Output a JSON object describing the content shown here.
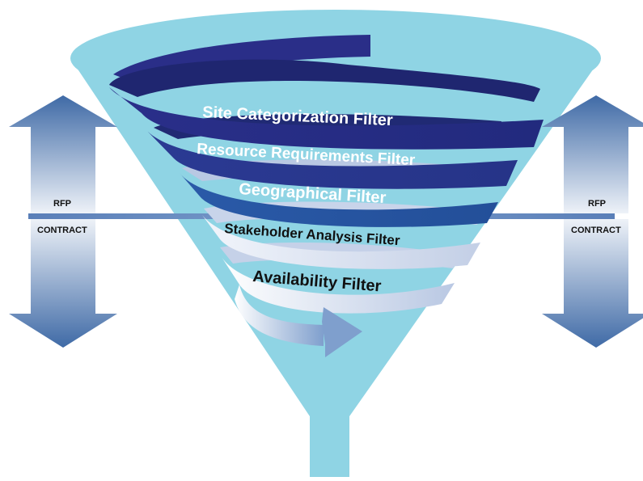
{
  "diagram": {
    "filters": [
      {
        "label": "Site Categorization Filter",
        "color": "#ffffff"
      },
      {
        "label": "Resource Requirements Filter",
        "color": "#ffffff"
      },
      {
        "label": "Geographical Filter",
        "color": "#ffffff"
      },
      {
        "label": "Stakeholder Analysis Filter",
        "color": "#111111"
      },
      {
        "label": "Availability Filter",
        "color": "#111111"
      }
    ],
    "left_arrow": {
      "top_label": "RFP",
      "bottom_label": "CONTRACT"
    },
    "right_arrow": {
      "top_label": "RFP",
      "bottom_label": "CONTRACT"
    },
    "colors": {
      "funnel": "#8fd4e4",
      "band_dark": "#242c86",
      "band_mid": "#2f64ad",
      "band_light": "#c9d3e8",
      "arrow_dark": "#3f6aa6",
      "arrow_light": "#eef2f8",
      "divider": "#5a7fb8"
    }
  }
}
